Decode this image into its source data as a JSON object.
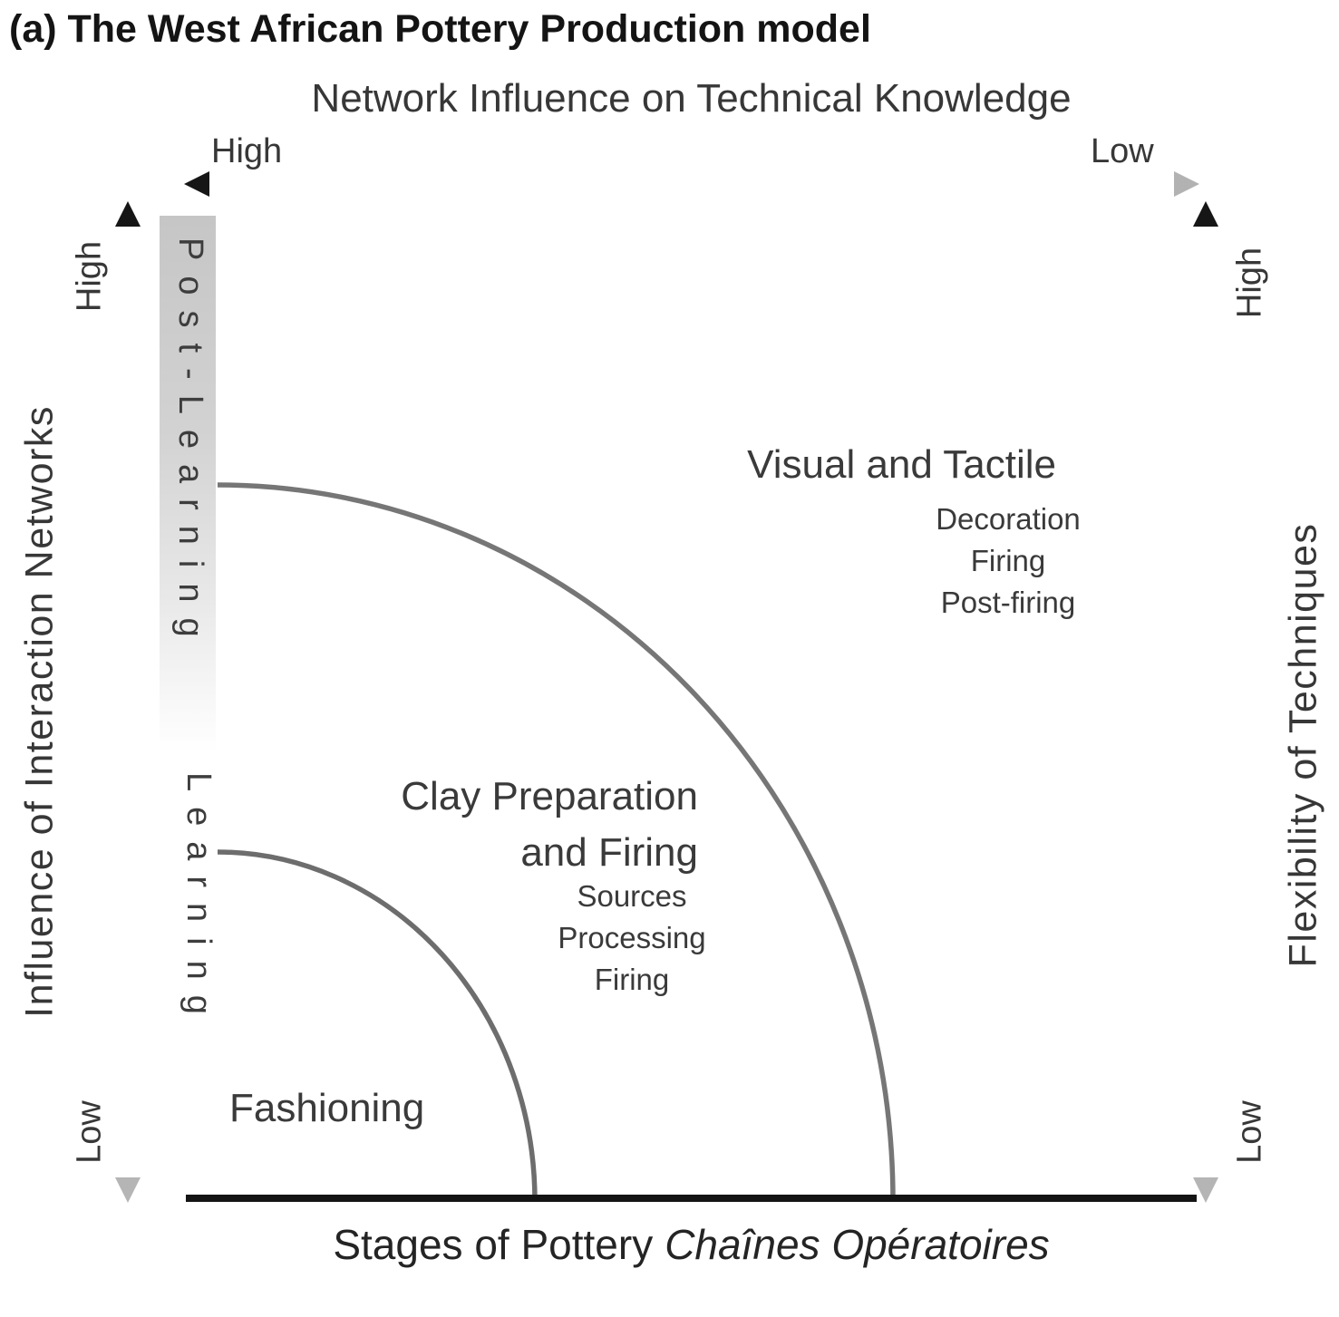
{
  "figure": {
    "title": "(a) The West African Pottery Production model"
  },
  "axes": {
    "top": {
      "label": "Network Influence on Technical Knowledge",
      "high": "High",
      "low": "Low"
    },
    "left": {
      "label": "Influence of Interaction Networks",
      "high": "High",
      "low": "Low"
    },
    "right": {
      "label": "Flexibility of Techniques",
      "high": "High",
      "low": "Low"
    },
    "bottom": {
      "prefix": "Stages of Pottery",
      "italic": "Chaînes Opératoires"
    }
  },
  "phases": {
    "post_learning": "Post-Learning",
    "learning": "Learning"
  },
  "regions": {
    "fashioning": {
      "title": "Fashioning"
    },
    "clay": {
      "line1": "Clay Preparation",
      "line2": "and Firing",
      "items": [
        "Sources",
        "Processing",
        "Firing"
      ]
    },
    "visual": {
      "title": "Visual and Tactile",
      "items": [
        "Decoration",
        "Firing",
        "Post-firing"
      ]
    }
  },
  "palette": {
    "ink": "#161616",
    "gray_text": "#3a3a3a",
    "arc_stroke": "#6d6d6d",
    "arrow_light": "#b2b2b2",
    "band_gray": "#c6c6c6"
  }
}
